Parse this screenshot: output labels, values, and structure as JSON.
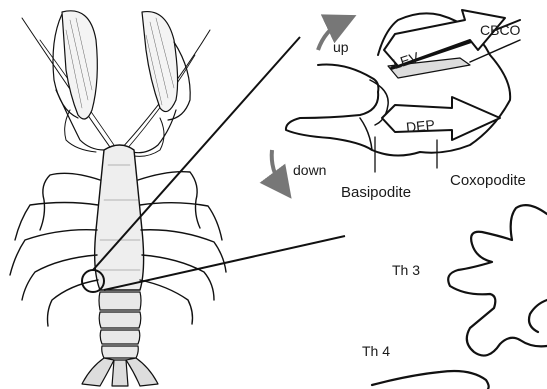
{
  "diagram": {
    "labels": {
      "up": "up",
      "down": "down",
      "lev": "LEV",
      "dep": "DEP",
      "cbco": "CBCO",
      "basipodite": "Basipodite",
      "coxopodite": "Coxopodite",
      "th3": "Th 3",
      "th4": "Th 4"
    },
    "colors": {
      "ink": "#111111",
      "arrow_grey": "#777777",
      "muscle_fill": "#ffffff"
    }
  }
}
